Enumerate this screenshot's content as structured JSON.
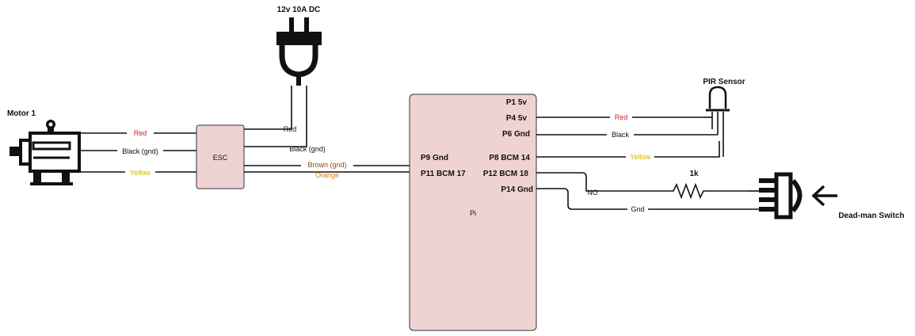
{
  "colors": {
    "component_fill": "#efd3d3",
    "wire_red": "#d02020",
    "wire_black": "#111111",
    "wire_yellow": "#c8b400",
    "wire_brown": "#8b4a14",
    "wire_orange": "#e07b00"
  },
  "components": {
    "power": "12v 10A DC",
    "motor": "Motor 1",
    "esc": "ESC",
    "pi": "Pi",
    "pir": "PIR Sensor",
    "resistor": "1k",
    "switch": "Dead-man Switch"
  },
  "pi_pins": {
    "p1": "P1 5v",
    "p4": "P4 5v",
    "p6": "P6 Gnd",
    "p8": "P8 BCM 14",
    "p12": "P12 BCM 18",
    "p14": "P14 Gnd",
    "p9": "P9 Gnd",
    "p11": "P11 BCM 17"
  },
  "wires": {
    "motor_red": "Red",
    "motor_black": "Black (gnd)",
    "motor_yellow": "Yellow",
    "psu_red": "Red",
    "psu_black": "Black (gnd)",
    "brown": "Brown (gnd)",
    "orange": "Orange",
    "pir_red": "Red",
    "pir_black": "Black",
    "pir_yellow": "Yellow",
    "switch_no": "NO",
    "switch_gnd": "Gnd"
  },
  "icons": [
    "power-plug-icon",
    "motor-icon",
    "pir-sensor-icon",
    "resistor-icon",
    "switch-icon",
    "arrow-left-icon"
  ]
}
